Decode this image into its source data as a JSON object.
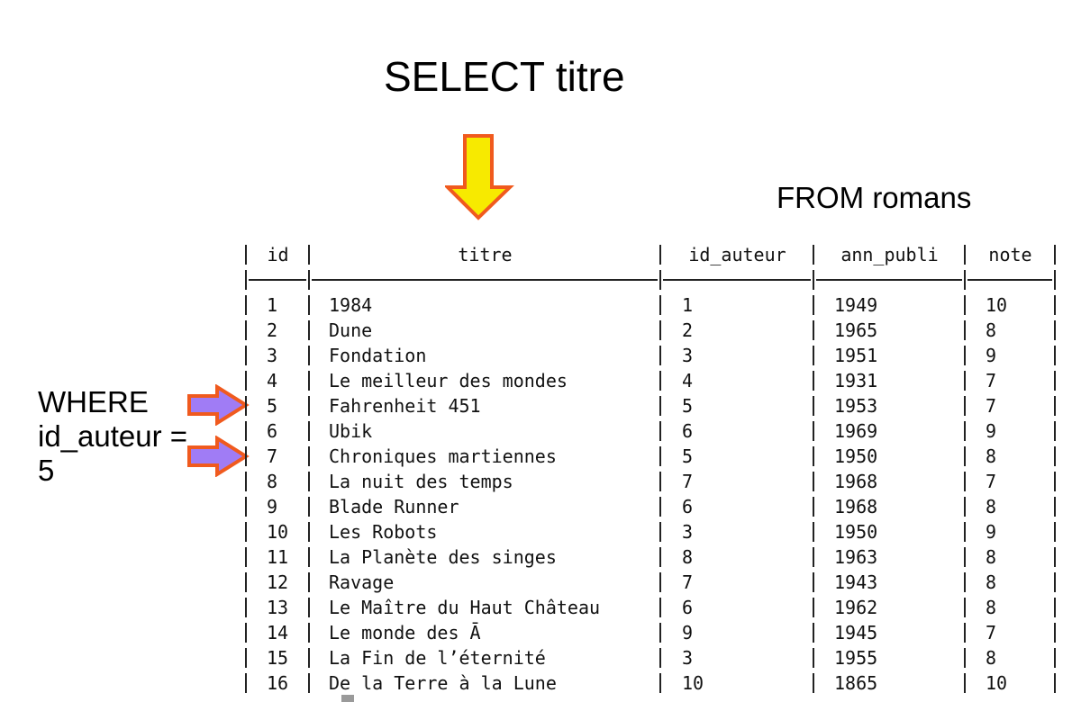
{
  "annotations": {
    "select": "SELECT titre",
    "from": "FROM romans",
    "where": "WHERE id_auteur = 5"
  },
  "colors": {
    "select_arrow_fill": "#f7ea00",
    "select_arrow_stroke": "#f05a1e",
    "where_arrow_fill": "#a07cf5",
    "where_arrow_stroke": "#f05a1e"
  },
  "table": {
    "columns": [
      "id",
      "titre",
      "id_auteur",
      "ann_publi",
      "note"
    ],
    "rows": [
      {
        "id": "1",
        "titre": "1984",
        "id_auteur": "1",
        "ann_publi": "1949",
        "note": "10"
      },
      {
        "id": "2",
        "titre": "Dune",
        "id_auteur": "2",
        "ann_publi": "1965",
        "note": "8"
      },
      {
        "id": "3",
        "titre": "Fondation",
        "id_auteur": "3",
        "ann_publi": "1951",
        "note": "9"
      },
      {
        "id": "4",
        "titre": "Le meilleur des mondes",
        "id_auteur": "4",
        "ann_publi": "1931",
        "note": "7"
      },
      {
        "id": "5",
        "titre": "Fahrenheit 451",
        "id_auteur": "5",
        "ann_publi": "1953",
        "note": "7"
      },
      {
        "id": "6",
        "titre": "Ubik",
        "id_auteur": "6",
        "ann_publi": "1969",
        "note": "9"
      },
      {
        "id": "7",
        "titre": "Chroniques martiennes",
        "id_auteur": "5",
        "ann_publi": "1950",
        "note": "8"
      },
      {
        "id": "8",
        "titre": "La nuit des temps",
        "id_auteur": "7",
        "ann_publi": "1968",
        "note": "7"
      },
      {
        "id": "9",
        "titre": "Blade Runner",
        "id_auteur": "6",
        "ann_publi": "1968",
        "note": "8"
      },
      {
        "id": "10",
        "titre": "Les Robots",
        "id_auteur": "3",
        "ann_publi": "1950",
        "note": "9"
      },
      {
        "id": "11",
        "titre": "La Planète des singes",
        "id_auteur": "8",
        "ann_publi": "1963",
        "note": "8"
      },
      {
        "id": "12",
        "titre": "Ravage",
        "id_auteur": "7",
        "ann_publi": "1943",
        "note": "8"
      },
      {
        "id": "13",
        "titre": "Le Maître du Haut Château",
        "id_auteur": "6",
        "ann_publi": "1962",
        "note": "8"
      },
      {
        "id": "14",
        "titre": "Le monde des Ā",
        "id_auteur": "9",
        "ann_publi": "1945",
        "note": "7"
      },
      {
        "id": "15",
        "titre": "La Fin de l’éternité",
        "id_auteur": "3",
        "ann_publi": "1955",
        "note": "8"
      },
      {
        "id": "16",
        "titre": "De la Terre à la Lune",
        "id_auteur": "10",
        "ann_publi": "1865",
        "note": "10"
      }
    ]
  }
}
